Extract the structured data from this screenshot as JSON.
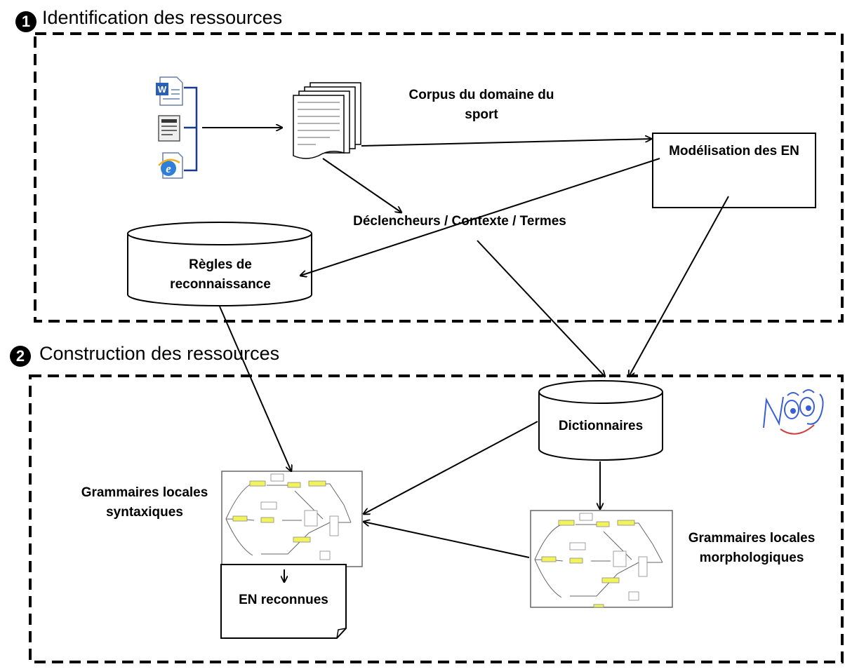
{
  "sections": [
    {
      "number": "1",
      "title": "Identification des ressources"
    },
    {
      "number": "2",
      "title": "Construction des ressources"
    }
  ],
  "nodes": {
    "corpus": "Corpus du domaine du sport",
    "modelisation": "Modélisation des EN",
    "declencheurs": "Déclencheurs / Contexte / Termes",
    "regles": "Règles de reconnaissance",
    "dictionnaires": "Dictionnaires",
    "gram_syntaxiques": "Grammaires locales syntaxiques",
    "gram_morphologiques": "Grammaires locales morphologiques",
    "en_reconnues": "EN reconnues"
  },
  "icons": [
    "word-document-icon",
    "text-document-icon",
    "internet-explorer-icon",
    "corpus-pages-icon",
    "noo-logo-icon",
    "grammar-graph-icon"
  ],
  "colors": {
    "line": "#000000",
    "highlight": "#f2f25a",
    "word_blue": "#2b5fb3",
    "ie_blue": "#2f7fd8",
    "logo_blue": "#3a5fd0"
  }
}
